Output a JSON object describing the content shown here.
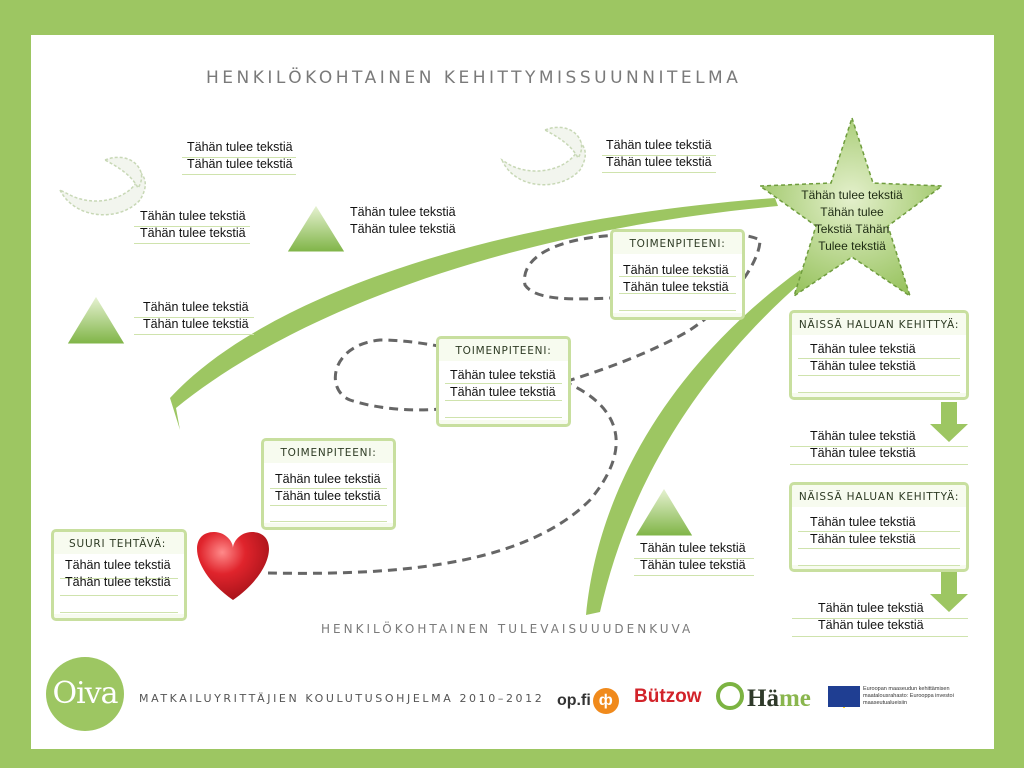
{
  "title": "HENKILÖKOHTAINEN KEHITTYMISSUUNNITELMA",
  "subtitle": "HENKILÖKOHTAINEN TULEVAISUUUDENKUVA",
  "placeholder_line": "Tähän tulee tekstiä",
  "star": {
    "lines": [
      "Tähän tulee tekstiä",
      "Tähän tulee",
      "Tekstiä Tähän",
      "Tulee tekstiä"
    ]
  },
  "boxes": {
    "toimenpiteeni_label": "TOIMENPITEENI:",
    "kehittya_label": "NÄISSÄ HALUAN KEHITTYÄ:",
    "suuri_label": "SUURI TEHTÄVÄ:"
  },
  "footer": {
    "logo": "Oiva",
    "program": "MATKAILUYRITTÄJIEN KOULUTUSOHJELMA 2010–2012",
    "partners": [
      "op.fi",
      "Bützow",
      "Häme"
    ],
    "opfi_symbol": "ф",
    "eu_text": "Euroopan maaseudun kehittämisen maatalousrahasto: Eurooppa investoi maaseutualueisiin"
  },
  "colors": {
    "frame": "#9dc662",
    "accent": "#8dbf4e",
    "box_border": "#c8df9f",
    "heart": "#d91f2a"
  }
}
